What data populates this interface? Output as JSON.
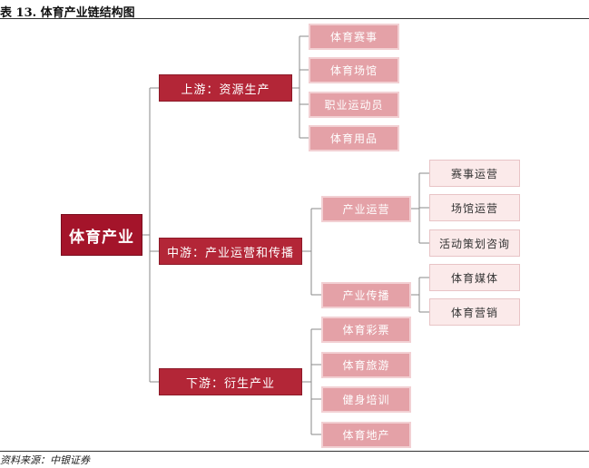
{
  "title": "表 13. 体育产业链结构图",
  "source": "资料来源：中银证券",
  "diagram": {
    "root": "体育产业",
    "upstream": {
      "label": "上游：资源生产",
      "items": [
        "体育赛事",
        "体育场馆",
        "职业运动员",
        "体育用品"
      ]
    },
    "midstream": {
      "label": "中游：产业运营和传播",
      "operation": {
        "label": "产业运营",
        "items": [
          "赛事运营",
          "场馆运营",
          "活动策划咨询"
        ]
      },
      "broadcast": {
        "label": "产业传播",
        "items": [
          "体育媒体",
          "体育营销"
        ]
      }
    },
    "downstream": {
      "label": "下游：衍生产业",
      "items": [
        "体育彩票",
        "体育旅游",
        "健身培训",
        "体育地产"
      ]
    }
  }
}
